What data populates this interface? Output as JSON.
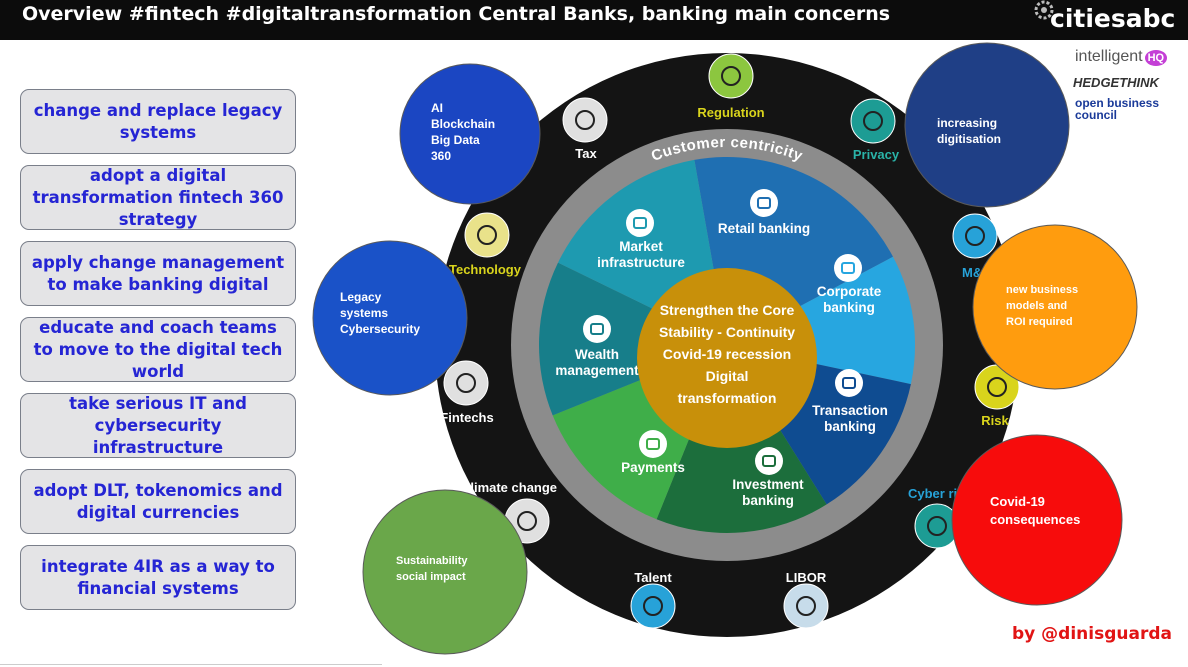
{
  "header": {
    "title": "Overview #fintech #digitaltransformation Central Banks, banking main concerns",
    "brand": "citiesabc"
  },
  "partners": [
    "intelligent",
    "HQ",
    "HEDGETHINK",
    "open business",
    "council"
  ],
  "pills": [
    "change and replace legacy systems",
    "adopt a digital transformation fintech 360 strategy",
    "apply change management to make banking digital",
    "educate and coach teams to move to the digital tech world",
    "take serious IT and cybersecurity infrastructure",
    "adopt DLT, tokenomics and digital currencies",
    "integrate 4IR as a way to financial systems"
  ],
  "ring_label": "Customer centricity",
  "core": [
    "Strengthen the Core",
    "Stability - Continuity",
    "Covid-19 recession",
    "Digital",
    "transformation"
  ],
  "segments": [
    {
      "lines": [
        "Retail banking"
      ],
      "icon": "user-icon",
      "color": "#1f6fb2"
    },
    {
      "lines": [
        "Corporate",
        "banking"
      ],
      "icon": "building-icon",
      "color": "#27a6e0"
    },
    {
      "lines": [
        "Transaction",
        "banking"
      ],
      "icon": "coins-icon",
      "color": "#0f4c91"
    },
    {
      "lines": [
        "Investment",
        "banking"
      ],
      "icon": "bank-icon",
      "color": "#1c6e3c"
    },
    {
      "lines": [
        "Payments"
      ],
      "icon": "money-icon",
      "color": "#3fae49"
    },
    {
      "lines": [
        "Wealth",
        "management"
      ],
      "icon": "moneybag-icon",
      "color": "#177e8a"
    },
    {
      "lines": [
        "Market",
        "infrastructure"
      ],
      "icon": "institution-icon",
      "color": "#1e9ab0"
    }
  ],
  "outer_items": [
    {
      "label": "Regulation",
      "icon": "shield-icon",
      "color": "#8cc63f"
    },
    {
      "label": "Privacy",
      "icon": "privacy-icon",
      "color": "#1d9c94"
    },
    {
      "label": "M&A",
      "icon": "merge-icon",
      "color": "#27a2d8"
    },
    {
      "label": "Risk",
      "icon": "warning-icon",
      "color": "#d9d41c"
    },
    {
      "label": "Cyber risk",
      "icon": "split-icon",
      "color": "#1d9c94"
    },
    {
      "label": "LIBOR",
      "icon": "list-icon",
      "color": "#c7dcea"
    },
    {
      "label": "Talent",
      "icon": "people-icon",
      "color": "#27a2d8"
    },
    {
      "label": "Climate change",
      "icon": "recycle-icon",
      "color": "#e0e0e0"
    },
    {
      "label": "Fintechs",
      "icon": "share-icon",
      "color": "#e0e0e0"
    },
    {
      "label": "Technology",
      "icon": "wrench-icon",
      "color": "#e9e28a"
    },
    {
      "label": "Tax",
      "icon": "scissors-icon",
      "color": "#e0e0e0"
    }
  ],
  "bubbles": [
    {
      "lines": [
        "AI",
        "Blockchain",
        "Big Data",
        "360"
      ],
      "color": "#1b46c2"
    },
    {
      "lines": [
        "Legacy",
        "systems",
        "Cybersecurity"
      ],
      "color": "#1a52c8"
    },
    {
      "lines": [
        "Sustainability",
        "social impact"
      ],
      "color": "#6aa74a"
    },
    {
      "lines": [
        "increasing",
        "digitisation"
      ],
      "color": "#1f3f86"
    },
    {
      "lines": [
        "new business",
        "models and",
        "ROI required"
      ],
      "color": "#ff9c0e"
    },
    {
      "lines": [
        "Covid-19",
        "consequences"
      ],
      "color": "#f70c0c"
    }
  ],
  "credit": "by @dinisguarda"
}
